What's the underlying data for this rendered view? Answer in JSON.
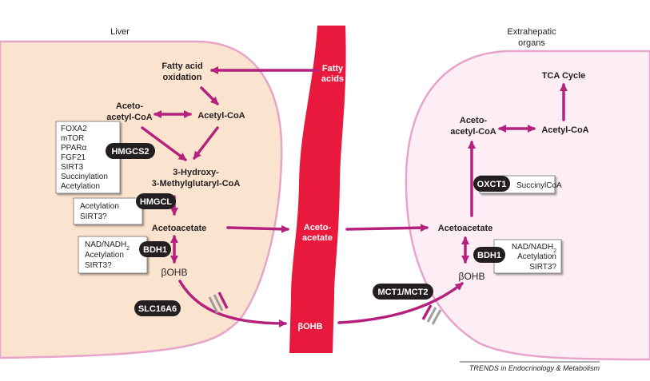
{
  "colors": {
    "background": "#ffffff",
    "liver_fill": "#fbe4cf",
    "organ_fill": "#fdeef5",
    "cell_border": "#e7a4cb",
    "vessel": "#e8193c",
    "arrow": "#b5227e",
    "enzyme_pill": "#231f20",
    "text": "#231f20"
  },
  "regions": {
    "liver": "Liver",
    "extrahepatic_line1": "Extrahepatic",
    "extrahepatic_line2": "organs"
  },
  "vessel_labels": {
    "fatty_acids_line1": "Fatty",
    "fatty_acids_line2": "acids",
    "acetoacetate_line1": "Aceto-",
    "acetoacetate_line2": "acetate",
    "bohb": "βOHB"
  },
  "liver_metabolites": {
    "fao_line1": "Fatty acid",
    "fao_line2": "oxidation",
    "acetoacetyl_line1": "Aceto-",
    "acetoacetyl_line2": "acetyl-CoA",
    "acetyl_coa": "Acetyl-CoA",
    "hmg_line1": "3-Hydroxy-",
    "hmg_line2": "3-Methylglutaryl-CoA",
    "acetoacetate": "Acetoacetate",
    "bohb": "βOHB"
  },
  "liver_enzymes": {
    "hmgcs2": "HMGCS2",
    "hmgcl": "HMGCL",
    "bdh1": "BDH1",
    "transporter": "SLC16A6"
  },
  "liver_regulators": {
    "hmgcs2_box": [
      "FOXA2",
      "mTOR",
      "PPARα",
      "FGF21",
      "SIRT3",
      "Succinylation",
      "Acetylation"
    ],
    "hmgcl_box": [
      "Acetylation",
      "SIRT3?"
    ],
    "bdh1_box_line1": "NAD/NADH",
    "bdh1_box_sub": "2",
    "bdh1_box_rest": [
      "Acetylation",
      "SIRT3?"
    ]
  },
  "organ_metabolites": {
    "tca": "TCA Cycle",
    "acetoacetyl_line1": "Aceto-",
    "acetoacetyl_line2": "acetyl-CoA",
    "acetyl_coa": "Acetyl-CoA",
    "acetoacetate": "Acetoacetate",
    "bohb": "βOHB"
  },
  "organ_enzymes": {
    "oxct1": "OXCT1",
    "bdh1": "BDH1",
    "transporter": "MCT1/MCT2"
  },
  "organ_regulators": {
    "oxct1_box": "SuccinylCoA",
    "bdh1_box_line1": "NAD/NADH",
    "bdh1_box_sub": "2",
    "bdh1_box_rest": [
      "Acetylation",
      "SIRT3?"
    ]
  },
  "credit": "TRENDS in Endocrinology & Metabolism"
}
